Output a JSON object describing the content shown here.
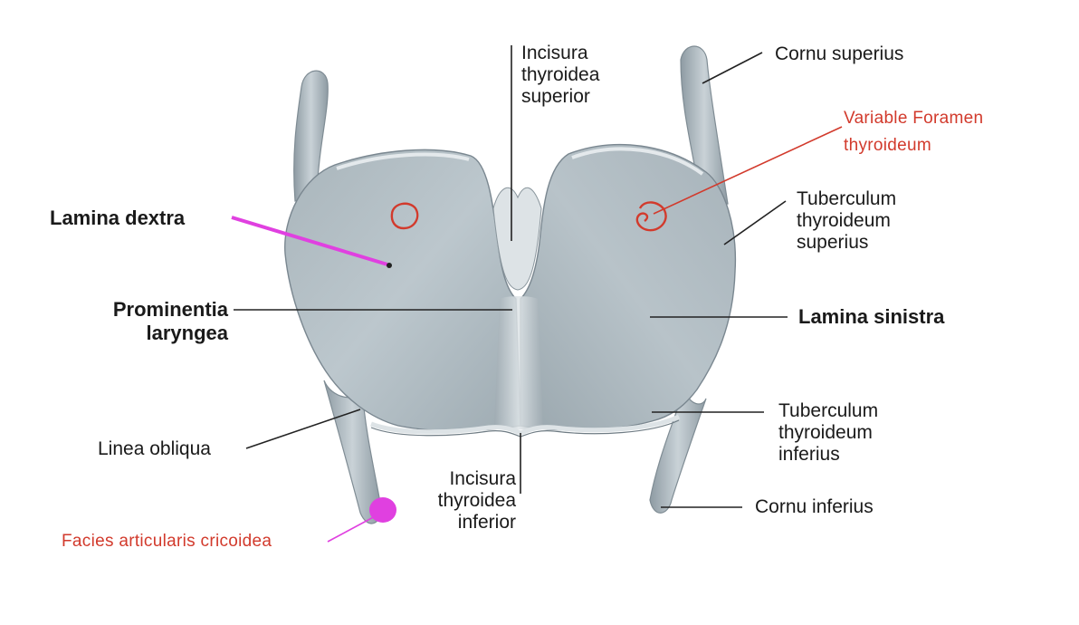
{
  "colors": {
    "cartilage": "#b7c2c8",
    "cartilage_dark": "#8f9ca4",
    "cartilage_light": "#dde3e6",
    "leader": "#222222",
    "annotation_red": "#d23a2c",
    "annotation_magenta": "#e040e0"
  },
  "labels": {
    "incisura_superior": [
      "Incisura",
      "thyroidea",
      "superior"
    ],
    "cornu_superius": "Cornu superius",
    "variable_foramen": [
      "Variable Foramen",
      "thyroideum"
    ],
    "tuberculum_superius": [
      "Tuberculum",
      "thyroideum",
      "superius"
    ],
    "lamina_dextra": "Lamina dextra",
    "prominentia": [
      "Prominentia",
      "laryngea"
    ],
    "lamina_sinistra": "Lamina sinistra",
    "tuberculum_inferius": [
      "Tuberculum",
      "thyroideum",
      "inferius"
    ],
    "linea_obliqua": "Linea obliqua",
    "incisura_inferior": [
      "Incisura",
      "thyroidea",
      "inferior"
    ],
    "cornu_inferius": "Cornu inferius",
    "facies_articularis": "Facies articularis cricoidea"
  }
}
